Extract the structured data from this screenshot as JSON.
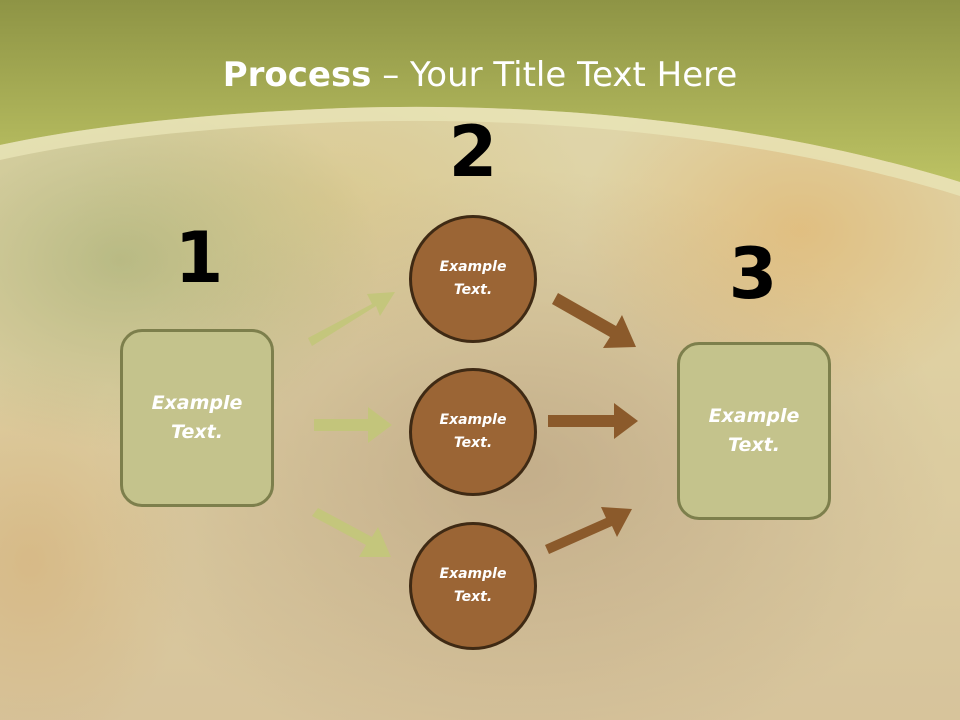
{
  "title": {
    "bold": "Process",
    "rest": " – Your Title Text Here"
  },
  "steps": [
    {
      "number": "1",
      "box_text": "Example\nText."
    },
    {
      "number": "2",
      "circles": [
        "Example\nText.",
        "Example\nText.",
        "Example\nText."
      ]
    },
    {
      "number": "3",
      "box_text": "Example\nText."
    }
  ],
  "colors": {
    "header_band": "#b7bd5e",
    "box_fill": "#c4c38c",
    "circle_fill": "#9b6535",
    "green_arrow": "#c3c67a",
    "brown_arrow": "#8b5a2b"
  }
}
